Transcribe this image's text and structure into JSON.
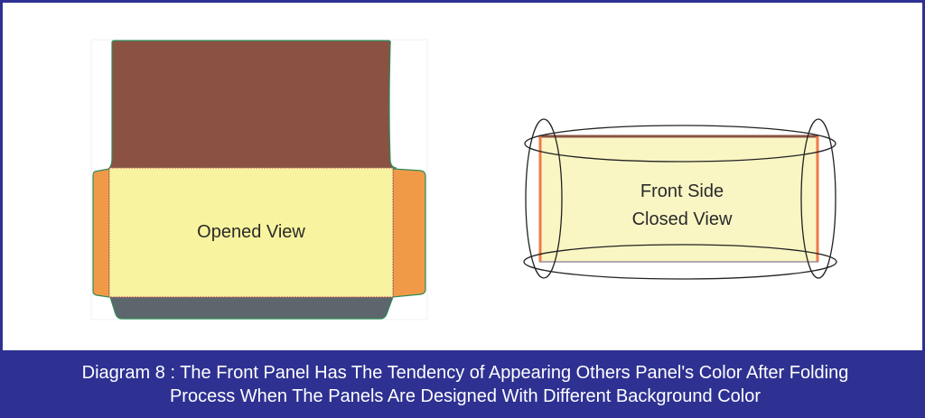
{
  "opened_view": {
    "label": "Opened View"
  },
  "closed_view": {
    "line1": "Front Side",
    "line2": "Closed View"
  },
  "caption": {
    "line1": "Diagram 8 : The Front Panel Has The Tendency of Appearing Others Panel's Color After Folding",
    "line2": "Process When The Panels Are Designed With Different Background Color"
  },
  "colors": {
    "frame": "#2e3192",
    "top_panel": "#8b5143",
    "front_panel": "#f8f39e",
    "side_flaps": "#f09a48",
    "bottom_panel": "#5e666d",
    "outline": "#2e8b57"
  }
}
